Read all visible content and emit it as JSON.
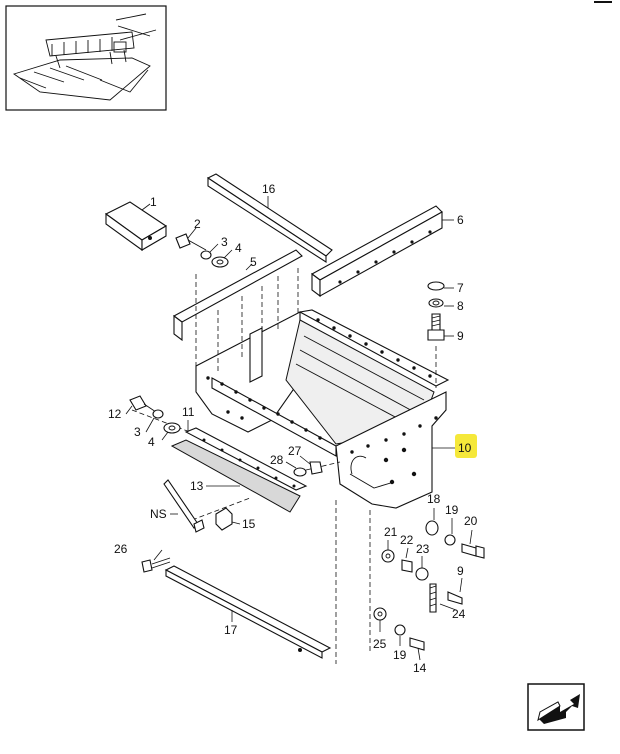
{
  "diagram": {
    "callouts": [
      {
        "id": "16",
        "text": "16"
      },
      {
        "id": "1",
        "text": "1"
      },
      {
        "id": "2",
        "text": "2"
      },
      {
        "id": "3a",
        "text": "3"
      },
      {
        "id": "4a",
        "text": "4"
      },
      {
        "id": "5",
        "text": "5"
      },
      {
        "id": "6",
        "text": "6"
      },
      {
        "id": "7",
        "text": "7"
      },
      {
        "id": "8",
        "text": "8"
      },
      {
        "id": "9a",
        "text": "9"
      },
      {
        "id": "12",
        "text": "12"
      },
      {
        "id": "3b",
        "text": "3"
      },
      {
        "id": "4b",
        "text": "4"
      },
      {
        "id": "11",
        "text": "11"
      },
      {
        "id": "10",
        "text": "10",
        "highlight": true
      },
      {
        "id": "27",
        "text": "27"
      },
      {
        "id": "28",
        "text": "28"
      },
      {
        "id": "13",
        "text": "13"
      },
      {
        "id": "NS",
        "text": "NS"
      },
      {
        "id": "15",
        "text": "15"
      },
      {
        "id": "18",
        "text": "18"
      },
      {
        "id": "19a",
        "text": "19"
      },
      {
        "id": "20",
        "text": "20"
      },
      {
        "id": "21",
        "text": "21"
      },
      {
        "id": "22",
        "text": "22"
      },
      {
        "id": "23",
        "text": "23"
      },
      {
        "id": "26",
        "text": "26"
      },
      {
        "id": "9b",
        "text": "9"
      },
      {
        "id": "24",
        "text": "24"
      },
      {
        "id": "17",
        "text": "17"
      },
      {
        "id": "25",
        "text": "25"
      },
      {
        "id": "19b",
        "text": "19"
      },
      {
        "id": "14",
        "text": "14"
      }
    ],
    "highlight_color": "#f5e83a",
    "nav_icon": "next-page-arrow-icon"
  }
}
